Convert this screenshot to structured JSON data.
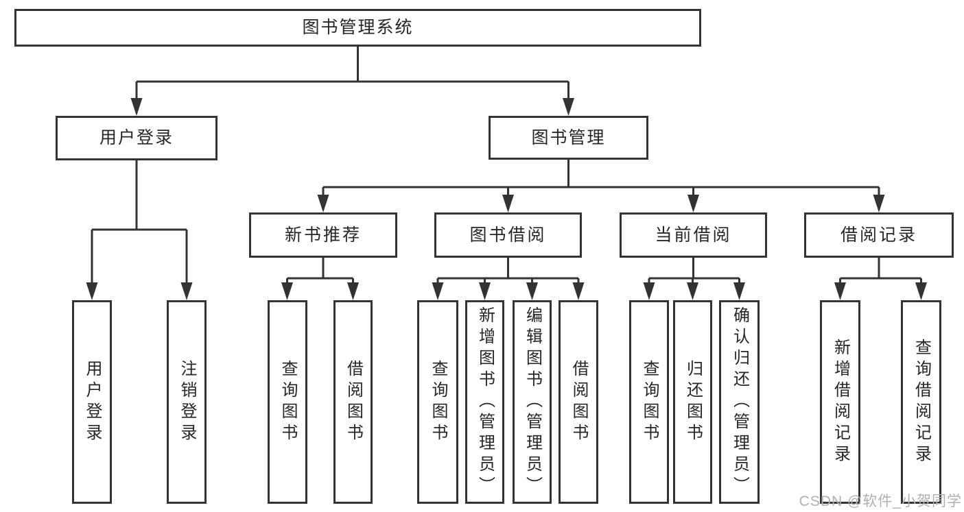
{
  "diagram": {
    "root": {
      "label": "图书管理系统",
      "children": [
        {
          "label": "用户登录",
          "children": [
            {
              "label": "用户登录"
            },
            {
              "label": "注销登录"
            }
          ]
        },
        {
          "label": "图书管理",
          "children": [
            {
              "label": "新书推荐",
              "children": [
                {
                  "label": "查询图书"
                },
                {
                  "label": "借阅图书"
                }
              ]
            },
            {
              "label": "图书借阅",
              "children": [
                {
                  "label": "查询图书"
                },
                {
                  "label": "新增图书（管理员）"
                },
                {
                  "label": "编辑图书（管理员）"
                },
                {
                  "label": "借阅图书"
                }
              ]
            },
            {
              "label": "当前借阅",
              "children": [
                {
                  "label": "查询图书"
                },
                {
                  "label": "归还图书"
                },
                {
                  "label": "确认归还（管理员）"
                }
              ]
            },
            {
              "label": "借阅记录",
              "children": [
                {
                  "label": "新增借阅记录"
                },
                {
                  "label": "查询借阅记录"
                }
              ]
            }
          ]
        }
      ]
    }
  },
  "watermark": {
    "text": "CSDN @软件_小贺同学"
  },
  "colors": {
    "line": "#333333",
    "box_border": "#333333",
    "text": "#262626",
    "watermark": "#b0b0b0",
    "background": "#ffffff"
  }
}
